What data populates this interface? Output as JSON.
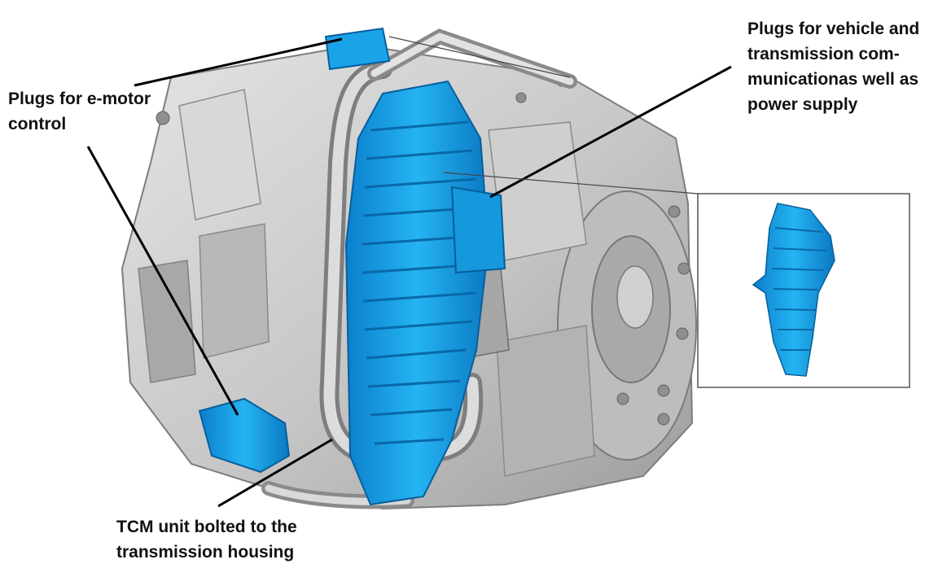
{
  "labels": {
    "emotor_plugs": {
      "line1": "Plugs for e-motor",
      "line2": "control"
    },
    "vehicle_plugs": {
      "line1": "Plugs for vehicle and",
      "line2": "transmission com-",
      "line3": "municationas well as",
      "line4": "power supply"
    },
    "tcm_unit": {
      "line1": "TCM unit bolted to the",
      "line2": "transmission housing"
    }
  },
  "colors": {
    "housing": "#c9c9c9",
    "housing_dark": "#9a9a9a",
    "housing_light": "#e6e6e6",
    "tcm_blue": "#1aa3e8",
    "tcm_blue_dark": "#0a78c2",
    "leader_line": "#000000",
    "inset_border": "#555555"
  }
}
